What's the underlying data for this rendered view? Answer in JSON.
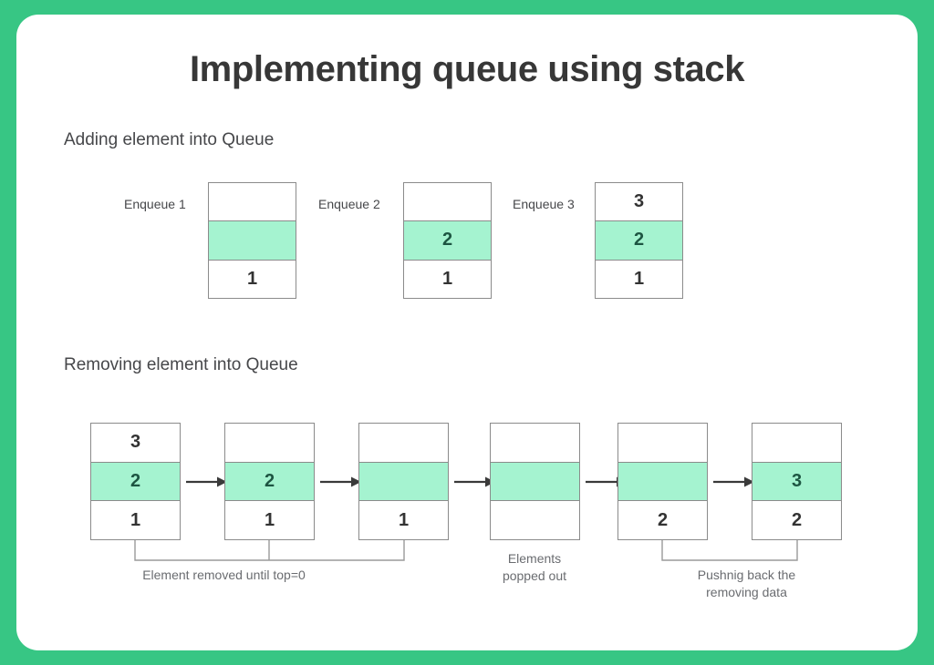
{
  "page": {
    "title": "Implementing queue using stack",
    "frame_color": "#37c684",
    "card_color": "#ffffff",
    "highlight_color": "#a5f3d0",
    "border_color": "#8b8b8b",
    "text_color": "#373737"
  },
  "sections": {
    "add": {
      "heading": "Adding element into Queue",
      "steps": [
        {
          "label": "Enqueue 1",
          "cells": [
            {
              "value": "",
              "filled": false
            },
            {
              "value": "",
              "filled": true
            },
            {
              "value": "1",
              "filled": false
            }
          ]
        },
        {
          "label": "Enqueue 2",
          "cells": [
            {
              "value": "",
              "filled": false
            },
            {
              "value": "2",
              "filled": true
            },
            {
              "value": "1",
              "filled": false
            }
          ]
        },
        {
          "label": "Enqueue 3",
          "cells": [
            {
              "value": "3",
              "filled": false
            },
            {
              "value": "2",
              "filled": true
            },
            {
              "value": "1",
              "filled": false
            }
          ]
        }
      ]
    },
    "remove": {
      "heading": "Removing element into Queue",
      "steps": [
        {
          "cells": [
            {
              "value": "3",
              "filled": false
            },
            {
              "value": "2",
              "filled": true
            },
            {
              "value": "1",
              "filled": false
            }
          ]
        },
        {
          "cells": [
            {
              "value": "",
              "filled": false
            },
            {
              "value": "2",
              "filled": true
            },
            {
              "value": "1",
              "filled": false
            }
          ]
        },
        {
          "cells": [
            {
              "value": "",
              "filled": false
            },
            {
              "value": "",
              "filled": true
            },
            {
              "value": "1",
              "filled": false
            }
          ]
        },
        {
          "cells": [
            {
              "value": "",
              "filled": false
            },
            {
              "value": "",
              "filled": true
            },
            {
              "value": "",
              "filled": false
            }
          ]
        },
        {
          "cells": [
            {
              "value": "",
              "filled": false
            },
            {
              "value": "",
              "filled": true
            },
            {
              "value": "2",
              "filled": false
            }
          ]
        },
        {
          "cells": [
            {
              "value": "",
              "filled": false
            },
            {
              "value": "3",
              "filled": true
            },
            {
              "value": "2",
              "filled": false
            }
          ]
        }
      ],
      "captions": {
        "removed": "Element removed until top=0",
        "popped": "Elements\npopped out",
        "pushed": "Pushnig back the\nremoving data"
      }
    }
  }
}
